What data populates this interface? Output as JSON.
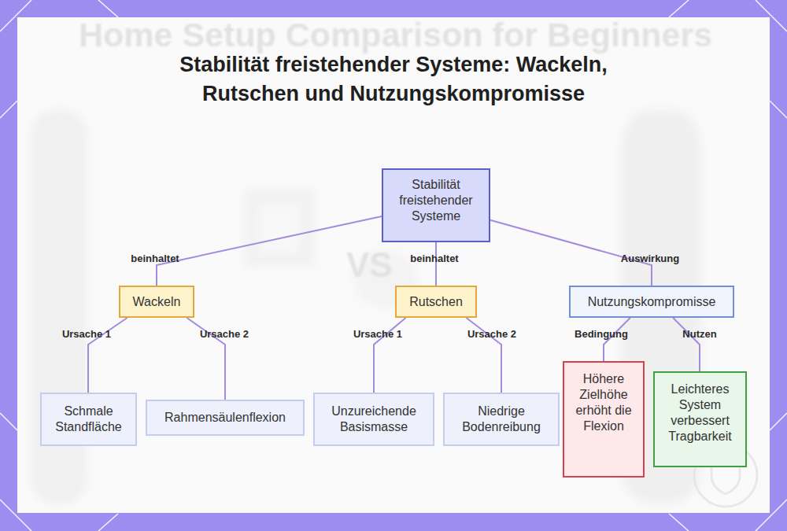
{
  "diagram": {
    "title": "Stabilität freistehender Systeme: Wackeln, Rutschen und Nutzungskompromisse",
    "nodes": [
      {
        "text": [
          "Stabilität freistehender Systeme"
        ]
      },
      {
        "text": [
          "Wackeln"
        ]
      },
      {
        "text": [
          "Rutschen"
        ]
      },
      {
        "text": [
          "Nutzungskompromisse"
        ]
      },
      {
        "text": [
          "Schmale Standfläche"
        ]
      },
      {
        "text": [
          "Rahmensäulenflexion"
        ]
      },
      {
        "text": [
          "Unzureichende Basismasse"
        ]
      },
      {
        "text": [
          "Niedrige Bodenreibung"
        ]
      },
      {
        "text": [
          "Höhere Zielhöhe erhöht die Flexion"
        ]
      },
      {
        "text": [
          "Leichteres System verbessert Tragbarkeit"
        ]
      }
    ],
    "edges": [
      {
        "from": 0,
        "to": 1,
        "label": "beinhaltet",
        "arrow": "none"
      },
      {
        "from": 0,
        "to": 2,
        "label": "beinhaltet",
        "arrow": "none"
      },
      {
        "from": 0,
        "to": 3,
        "label": "Auswirkung",
        "arrow": "none"
      },
      {
        "from": 1,
        "to": 4,
        "label": "Ursache 1",
        "arrow": "none"
      },
      {
        "from": 1,
        "to": 5,
        "label": "Ursache 2",
        "arrow": "none"
      },
      {
        "from": 2,
        "to": 6,
        "label": "Ursache 1",
        "arrow": "none"
      },
      {
        "from": 2,
        "to": 7,
        "label": "Ursache 2",
        "arrow": "none"
      },
      {
        "from": 3,
        "to": 8,
        "label": "Bedingung",
        "arrow": "none"
      },
      {
        "from": 3,
        "to": 9,
        "label": "Nutzen",
        "arrow": "none"
      }
    ],
    "labels": [
      "Home Setup Comparison for Beginners",
      "VS"
    ]
  }
}
